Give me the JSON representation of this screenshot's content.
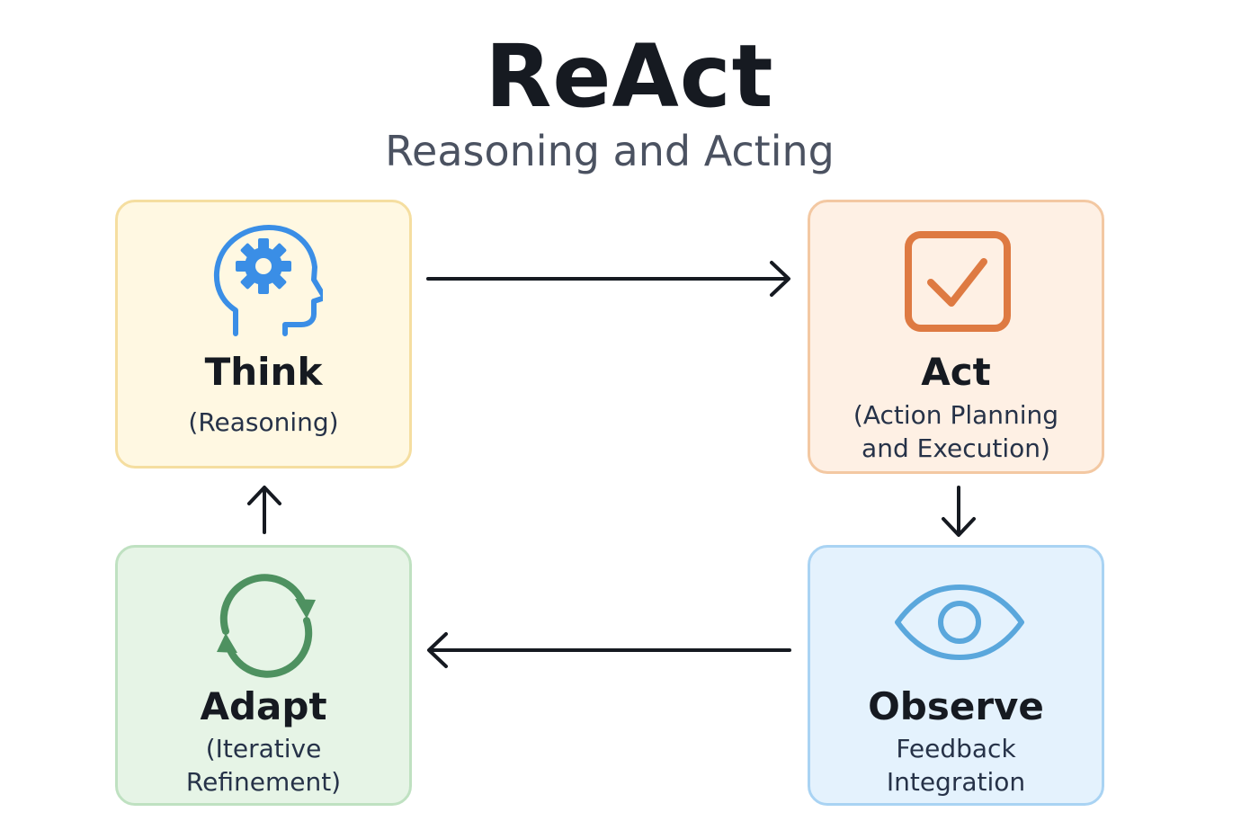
{
  "header": {
    "title": "ReAct",
    "subtitle": "Reasoning and Acting"
  },
  "nodes": {
    "think": {
      "title": "Think",
      "subtitle": "(Reasoning)",
      "icon": "head-gear-icon",
      "color": "#3a8ee6"
    },
    "act": {
      "title": "Act",
      "subtitle": "(Action Planning\nand Execution)",
      "icon": "checkbox-icon",
      "color": "#de7a42"
    },
    "observe": {
      "title": "Observe",
      "subtitle": "Feedback\nIntegration",
      "icon": "eye-icon",
      "color": "#5aa7dc"
    },
    "adapt": {
      "title": "Adapt",
      "subtitle": "(Iterative\nRefinement)",
      "icon": "refresh-cycle-icon",
      "color": "#4e9160"
    }
  },
  "colors": {
    "text": "#161a21",
    "arrow": "#161a21"
  }
}
